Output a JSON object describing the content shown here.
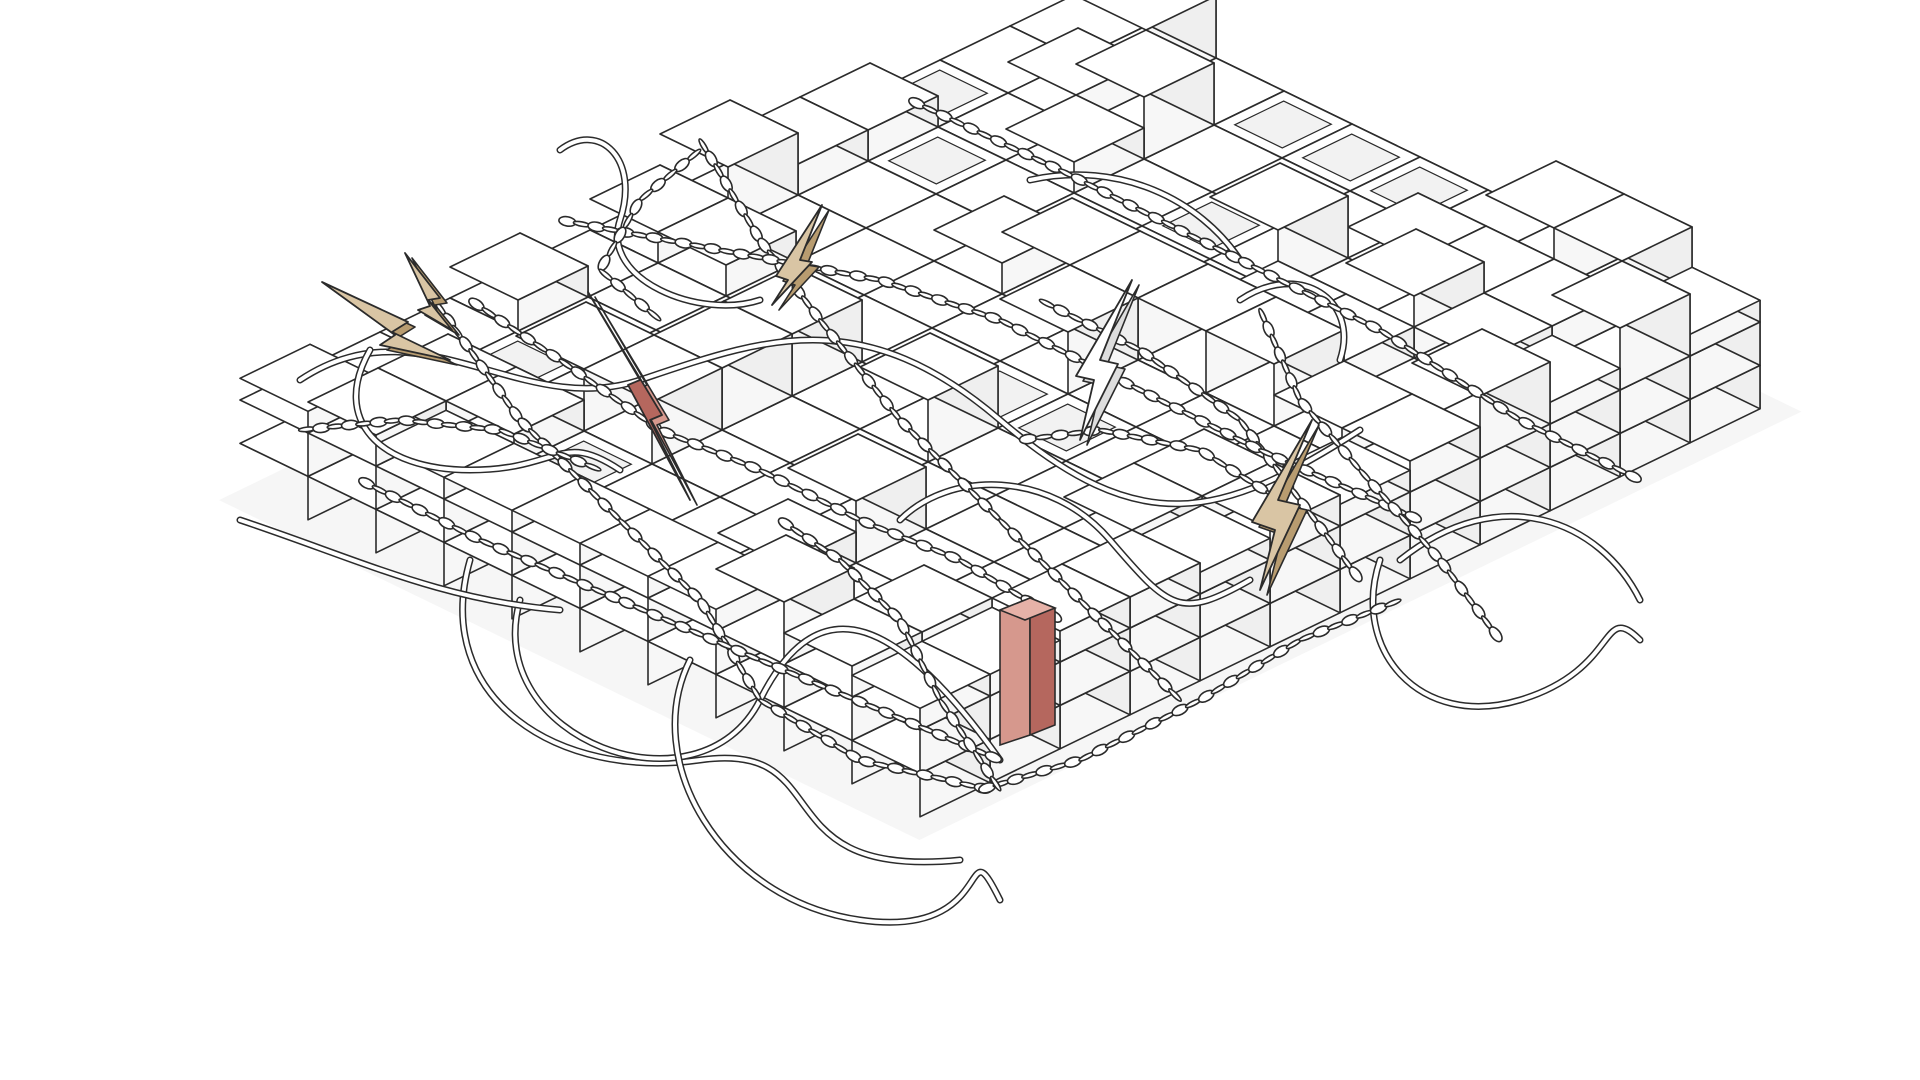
{
  "illustration": {
    "subject": "isometric-block-platform-with-chains-cables-and-lightning",
    "colors": {
      "background": "#ffffff",
      "line": "#2b2b2b",
      "block_top": "#ffffff",
      "block_left": "#f7f7f7",
      "block_right": "#efefef",
      "bolt_tan": "#d9c5a4",
      "bolt_tan_shade": "#b89c70",
      "bolt_red": "#b5675e",
      "bolt_red_shade": "#d6988d",
      "bolt_white": "#ffffff",
      "shadow": "#e6e6e6"
    },
    "elements": {
      "blocks": "grid-of-cubes",
      "chains": "chain-links",
      "cables": "tangled-cables",
      "bolts": [
        "tan",
        "tan",
        "tan",
        "red",
        "white",
        "red-post"
      ]
    }
  }
}
